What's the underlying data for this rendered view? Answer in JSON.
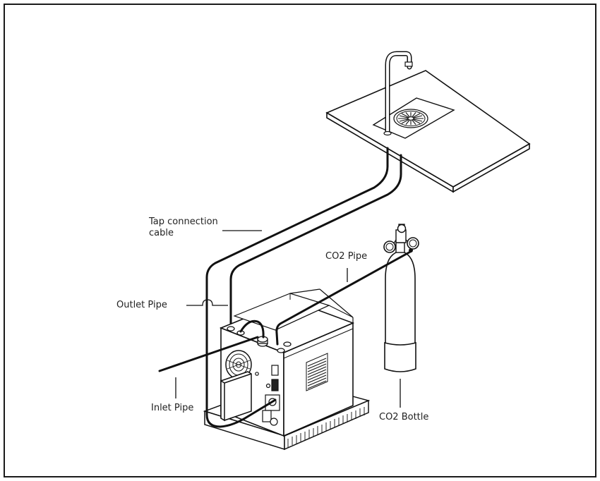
{
  "labels": {
    "tap_cable_line1": "Tap connection",
    "tap_cable_line2": "cable",
    "co2_pipe": "CO2 Pipe",
    "outlet_pipe": "Outlet Pipe",
    "inlet_pipe": "Inlet Pipe",
    "co2_bottle": "CO2 Bottle"
  }
}
